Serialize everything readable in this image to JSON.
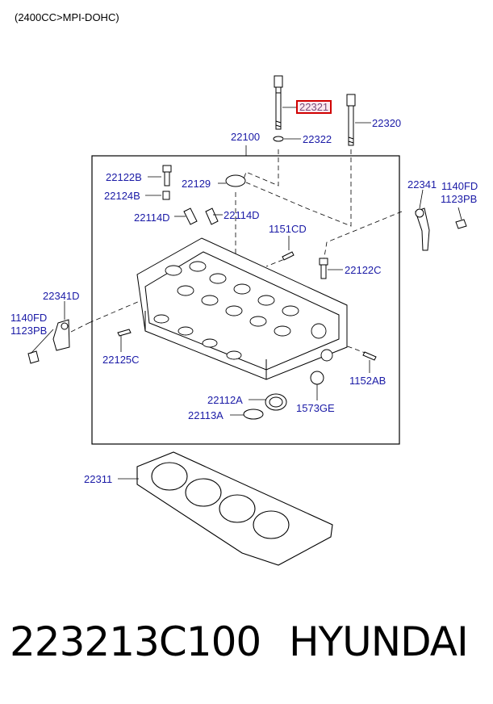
{
  "header": {
    "engine_label": "(2400CC>MPI-DOHC)"
  },
  "callouts": {
    "p22321": "22321",
    "p22320": "22320",
    "p22322": "22322",
    "p22100": "22100",
    "p22122B": "22122B",
    "p22129": "22129",
    "p22124B": "22124B",
    "p22114D_left": "22114D",
    "p22114D_right": "22114D",
    "p1151CD": "1151CD",
    "p22341_right": "22341",
    "p1140FD_right": "1140FD",
    "p1123PB_right": "1123PB",
    "p22122C": "22122C",
    "p22341D": "22341D",
    "p1140FD_left": "1140FD",
    "p1123PB_left": "1123PB",
    "p22125C": "22125C",
    "p1152AB": "1152AB",
    "p22112A": "22112A",
    "p1573GE": "1573GE",
    "p22113A": "22113A",
    "p22311": "22311"
  },
  "footer": {
    "part_number": "223213C100",
    "brand": "HYUNDAI"
  },
  "colors": {
    "label": "#1a1aa6",
    "highlight_border": "#d00000",
    "line": "#000000"
  }
}
